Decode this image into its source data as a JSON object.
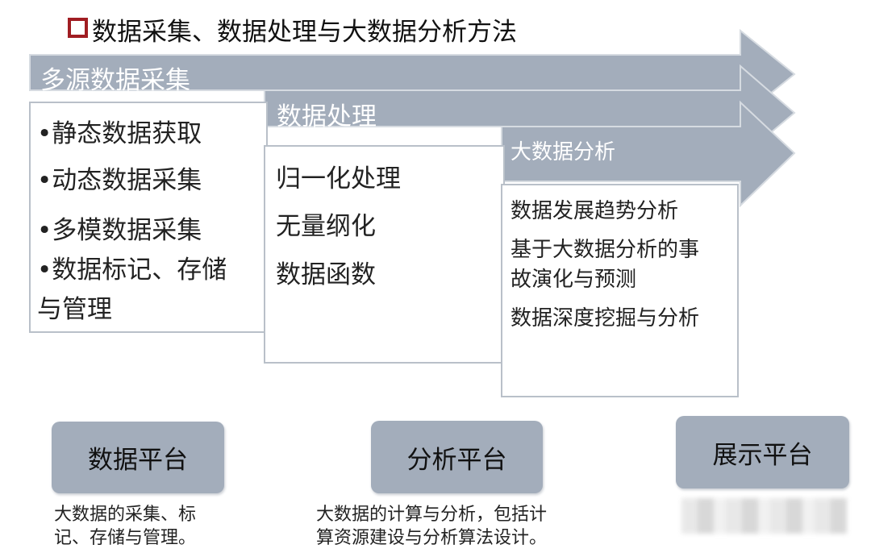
{
  "title": "数据采集、数据处理与大数据分析方法",
  "colors": {
    "band": "#a3adbb",
    "title_marker": "#a01d22"
  },
  "stages": [
    {
      "header": "多源数据采集",
      "items": [
        "•静态数据获取",
        "•动态数据采集",
        "•多模数据采集",
        "•数据标记、存储",
        "与管理"
      ]
    },
    {
      "header": "数据处理",
      "items": [
        "归一化处理",
        "无量纲化",
        "数据函数"
      ]
    },
    {
      "header": "大数据分析",
      "items": [
        "数据发展趋势分析",
        "基于大数据分析的事",
        "故演化与预测",
        "数据深度挖掘与分析"
      ]
    }
  ],
  "platforms": [
    {
      "label": "数据平台",
      "caption": [
        "大数据的采集、标",
        "记、存储与管理。"
      ]
    },
    {
      "label": "分析平台",
      "caption": [
        "大数据的计算与分析，包括计",
        "算资源建设与分析算法设计。"
      ]
    },
    {
      "label": "展示平台",
      "caption": []
    }
  ]
}
